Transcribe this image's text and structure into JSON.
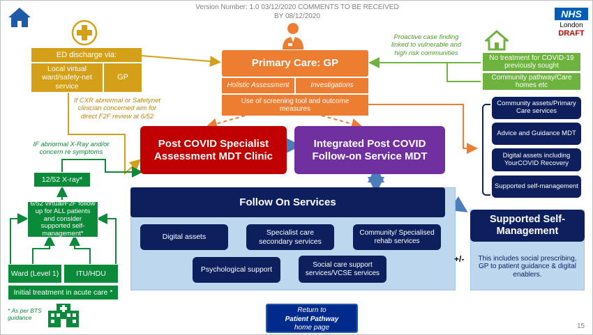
{
  "header": {
    "version_line1": "Version Number: 1.0  03/12/2020 COMMENTS TO BE RECEIVED",
    "version_line2": "BY 08/12/2020",
    "logo_text": "NHS",
    "logo_line2": "London",
    "draft_label": "DRAFT",
    "page_number": "15"
  },
  "primary_care": {
    "title": "Primary Care: GP",
    "holistic": "Holistic Assessment",
    "investigations": "Investigations",
    "screening": "Use of screening tool and outcome measures"
  },
  "ed_discharge": {
    "title": "ED discharge via:",
    "local_virtual": "Local virtual ward/safety-net service",
    "gp": "GP"
  },
  "notes": {
    "cxr": "If CXR abnormal or Safetynet clinician concerned aim for direct F2F review at 6/52",
    "xray_concern": "IF abnormal X-Ray and/or concern re symptoms",
    "proactive": "Proactive case finding linked to vulnerable and high risk communities",
    "bts": "* As per BTS guidance",
    "plus_minus": "+/-"
  },
  "community_inputs": {
    "no_treatment": "No treatment for COVID-19 previously sought",
    "pathway": "Community pathway/Care homes etc"
  },
  "mdt": {
    "specialist": "Post COVID Specialist Assessment MDT Clinic",
    "integrated": "Integrated Post COVID Follow-on Service MDT"
  },
  "right_list": [
    "Community assets/Primary Care services",
    "Advice and Guidance MDT",
    "Digital assets including YourCOVID Recovery",
    "Supported self-management"
  ],
  "acute": {
    "xray12": "12/52 X-ray*",
    "followup": "6/52 virtual/F2F follow up for ALL patients and consider supported self-management*",
    "ward": "Ward (Level 1)",
    "itu": "ITU/HDU",
    "initial": "Initial treatment in acute care *"
  },
  "follow_on": {
    "title": "Follow On Services",
    "items": [
      "Digital assets",
      "Specialist care secondary services",
      "Community/ Specialised rehab services",
      "Psychological support",
      "Social care support services/VCSE services"
    ]
  },
  "self_management": {
    "title": "Supported Self-Management",
    "body": "This includes social prescribing, GP to patient guidance & digital enablers."
  },
  "return_button": {
    "line1": "Return to",
    "line2": "Patient Pathway",
    "line3": "home page"
  },
  "colors": {
    "orange": "#ed7d31",
    "gold": "#d4a017",
    "green": "#0b8a3a",
    "light_green": "#6fb33f",
    "navy": "#0d1f5c",
    "red": "#c00000",
    "purple": "#7030a0",
    "light_blue": "#bdd7ee",
    "nhs_blue": "#005eb8"
  },
  "icons": [
    "home-icon",
    "first-aid-icon",
    "doctor-icon",
    "house-icon",
    "hospital-icon"
  ]
}
